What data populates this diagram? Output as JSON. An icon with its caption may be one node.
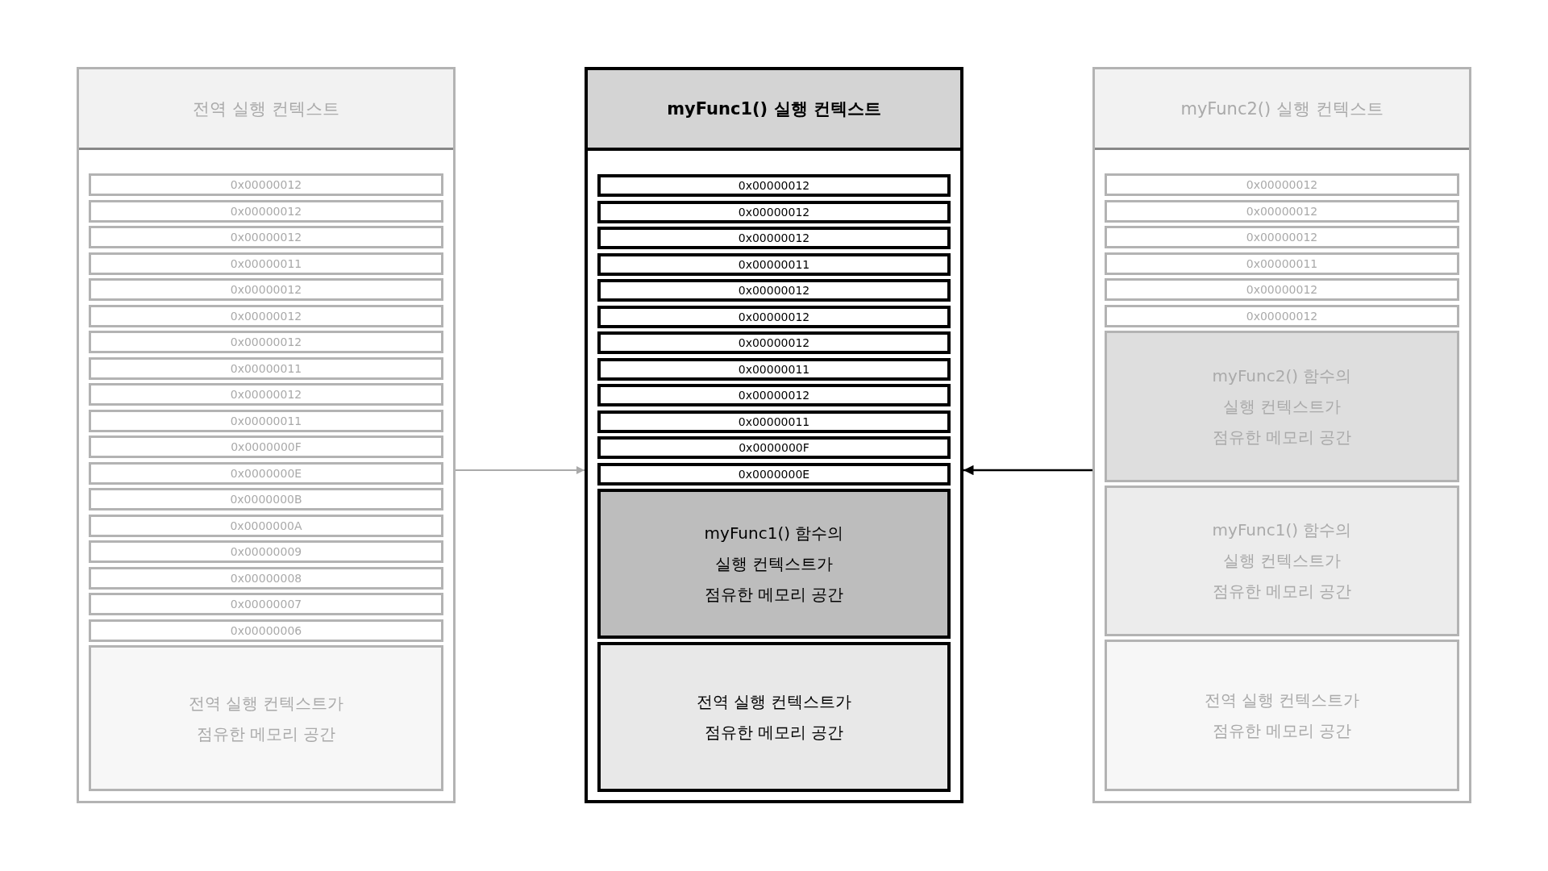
{
  "diagram": {
    "nodes": [
      {
        "text": [
          "전역 실행 컨텍스트"
        ]
      },
      {
        "text": [
          "0x00000012"
        ],
        "in": 0
      },
      {
        "text": [
          "0x00000012"
        ],
        "in": 0
      },
      {
        "text": [
          "0x00000012"
        ],
        "in": 0
      },
      {
        "text": [
          "0x00000011"
        ],
        "in": 0
      },
      {
        "text": [
          "0x00000012"
        ],
        "in": 0
      },
      {
        "text": [
          "0x00000012"
        ],
        "in": 0
      },
      {
        "text": [
          "0x00000012"
        ],
        "in": 0
      },
      {
        "text": [
          "0x00000011"
        ],
        "in": 0
      },
      {
        "text": [
          "0x00000012"
        ],
        "in": 0
      },
      {
        "text": [
          "0x00000011"
        ],
        "in": 0
      },
      {
        "text": [
          "0x0000000F"
        ],
        "in": 0
      },
      {
        "text": [
          "0x0000000E"
        ],
        "in": 0
      },
      {
        "text": [
          "0x0000000B"
        ],
        "in": 0
      },
      {
        "text": [
          "0x0000000A"
        ],
        "in": 0
      },
      {
        "text": [
          "0x00000009"
        ],
        "in": 0
      },
      {
        "text": [
          "0x00000008"
        ],
        "in": 0
      },
      {
        "text": [
          "0x00000007"
        ],
        "in": 0
      },
      {
        "text": [
          "0x00000006"
        ],
        "in": 0
      },
      {
        "text": [
          "전역 실행 컨텍스트가 점유한 메모리 공간"
        ],
        "in": 0
      },
      {
        "text": [
          "myFunc1() 실행 컨텍스트"
        ]
      },
      {
        "text": [
          "0x00000012"
        ],
        "in": 20
      },
      {
        "text": [
          "0x00000012"
        ],
        "in": 20
      },
      {
        "text": [
          "0x00000012"
        ],
        "in": 20
      },
      {
        "text": [
          "0x00000011"
        ],
        "in": 20
      },
      {
        "text": [
          "0x00000012"
        ],
        "in": 20
      },
      {
        "text": [
          "0x00000012"
        ],
        "in": 20
      },
      {
        "text": [
          "0x00000012"
        ],
        "in": 20
      },
      {
        "text": [
          "0x00000011"
        ],
        "in": 20
      },
      {
        "text": [
          "0x00000012"
        ],
        "in": 20
      },
      {
        "text": [
          "0x00000011"
        ],
        "in": 20
      },
      {
        "text": [
          "0x0000000F"
        ],
        "in": 20
      },
      {
        "text": [
          "0x0000000E"
        ],
        "in": 20
      },
      {
        "text": [
          "myFunc1() 함수의 실행 컨텍스트가 점유한 메모리 공간"
        ],
        "in": 20
      },
      {
        "text": [
          "전역 실행 컨텍스트가 점유한 메모리 공간"
        ],
        "in": 20
      },
      {
        "text": [
          "myFunc2() 실행 컨텍스트"
        ]
      },
      {
        "text": [
          "0x00000012"
        ],
        "in": 35
      },
      {
        "text": [
          "0x00000012"
        ],
        "in": 35
      },
      {
        "text": [
          "0x00000012"
        ],
        "in": 35
      },
      {
        "text": [
          "0x00000011"
        ],
        "in": 35
      },
      {
        "text": [
          "0x00000012"
        ],
        "in": 35
      },
      {
        "text": [
          "0x00000012"
        ],
        "in": 35
      },
      {
        "text": [
          "myFunc2() 함수의 실행 컨텍스트가 점유한 메모리 공간"
        ],
        "in": 35
      },
      {
        "text": [
          "myFunc1() 함수의 실행 컨텍스트가 점유한 메모리 공간"
        ],
        "in": 35
      },
      {
        "text": [
          "전역 실행 컨텍스트가 점유한 메모리 공간"
        ],
        "in": 35
      }
    ],
    "edges": [
      {
        "from": 0,
        "to": 20,
        "arrow": "to",
        "color": "#aaaaaa"
      },
      {
        "from": 35,
        "to": 20,
        "arrow": "to",
        "color": "#000000"
      }
    ]
  }
}
